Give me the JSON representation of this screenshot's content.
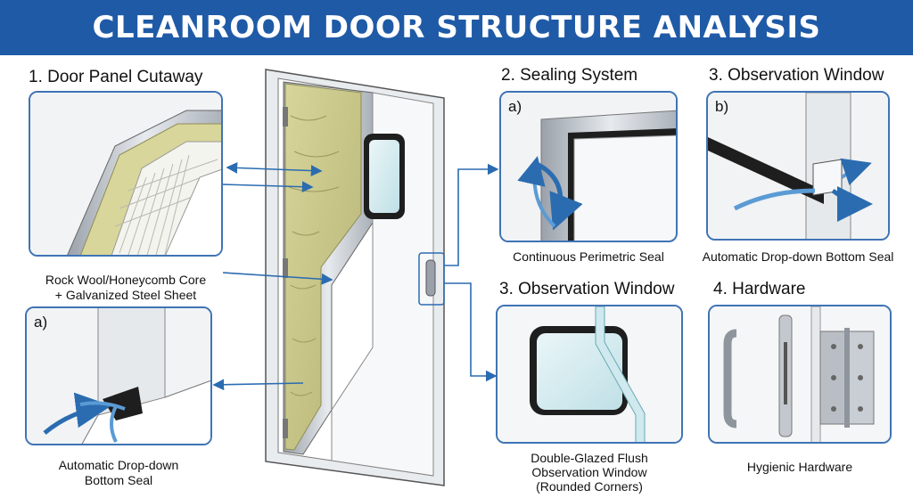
{
  "title": "CLEANROOM DOOR STRUCTURE ANALYSIS",
  "sections": {
    "cutaway": {
      "heading": "1. Door Panel Cutaway",
      "caption_1": "Rock Wool/Honeycomb Core",
      "caption_2": "+ Galvanized Steel Sheet"
    },
    "bottom_seal_left": {
      "tag": "a)",
      "caption_1": "Automatic Drop-down",
      "caption_2": "Bottom Seal"
    },
    "sealing": {
      "heading": "2. Sealing System",
      "tag": "a)",
      "caption": "Continuous Perimetric Seal"
    },
    "drop_seal": {
      "heading": "3. Observation Window",
      "tag": "b)",
      "caption": "Automatic Drop-down Bottom Seal"
    },
    "window": {
      "heading": "3. Observation Window",
      "caption_1": "Double-Glazed Flush",
      "caption_2": "Observation Window",
      "caption_3": "(Rounded Corners)"
    },
    "hardware": {
      "heading": "4. Hardware",
      "caption": "Hygienic Hardware"
    }
  },
  "colors": {
    "banner": "#1f5aa6",
    "panel_border": "#3f74b5",
    "arrow": "#2b6cb0",
    "rock_wool": "#c9c78a",
    "steel": "#c3c8cf",
    "seal": "#1e1e1e"
  }
}
